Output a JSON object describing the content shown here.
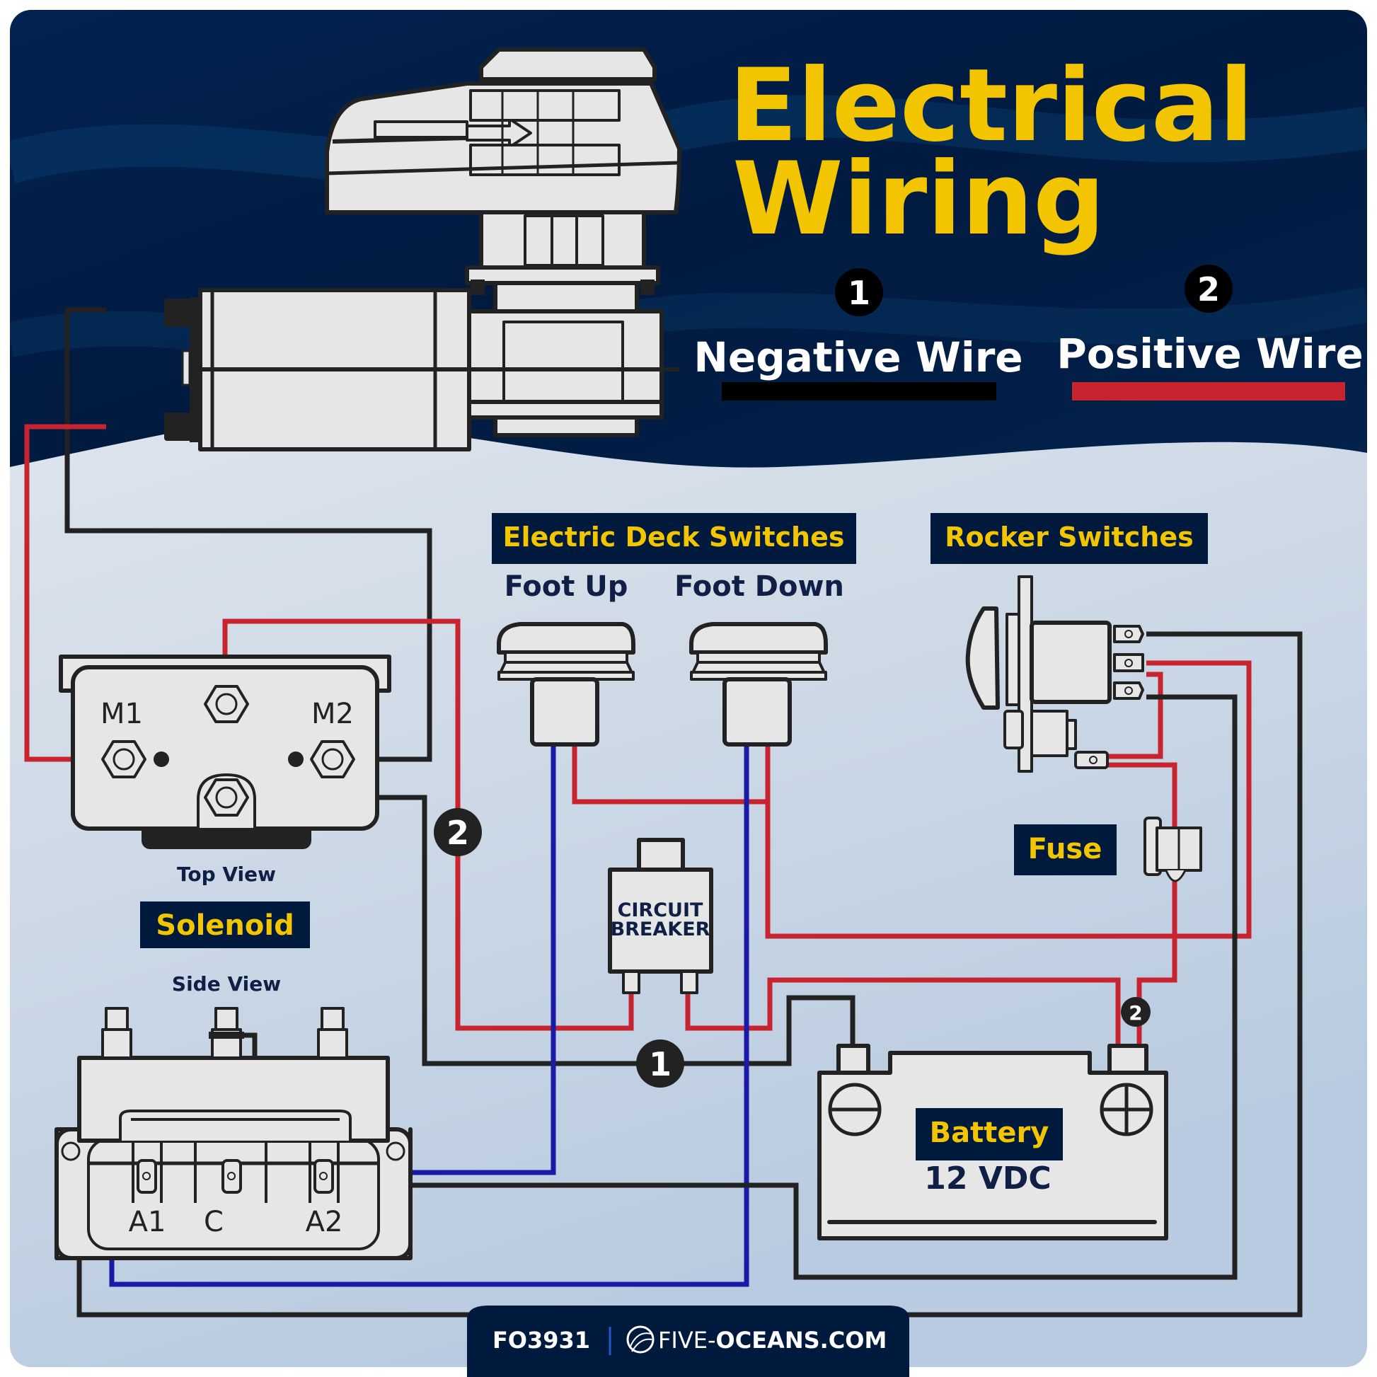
{
  "header": {
    "title_line1": "Electrical",
    "title_line2": "Wiring"
  },
  "legend": {
    "negative": {
      "number": "1",
      "label": "Negative Wire",
      "color": "#000000"
    },
    "positive": {
      "number": "2",
      "label": "Positive Wire",
      "color": "#c8242f"
    }
  },
  "components": {
    "deck_switches": {
      "title": "Electric Deck Switches",
      "foot_up": "Foot Up",
      "foot_down": "Foot Down"
    },
    "rocker_switches": {
      "title": "Rocker Switches"
    },
    "fuse": {
      "title": "Fuse"
    },
    "circuit_breaker": {
      "line1": "CIRCUIT",
      "line2": "BREAKER"
    },
    "solenoid": {
      "title": "Solenoid",
      "top_view": "Top View",
      "side_view": "Side View",
      "terminals_top": [
        "M1",
        "M2"
      ],
      "terminals_side": [
        "A1",
        "C",
        "A2"
      ]
    },
    "battery": {
      "title": "Battery",
      "voltage": "12 VDC"
    }
  },
  "wire_markers": {
    "marker_2_solenoid": "2",
    "marker_1_ground": "1",
    "marker_2_battery": "2"
  },
  "footer": {
    "code": "FO3931",
    "brand_light": "FIVE-",
    "brand_bold": "OCEANS.COM"
  },
  "colors": {
    "navy": "#001a3d",
    "yellow": "#f2c500",
    "negative_wire": "#222222",
    "positive_wire": "#c8242f",
    "control_wire": "#1a1aa8"
  }
}
